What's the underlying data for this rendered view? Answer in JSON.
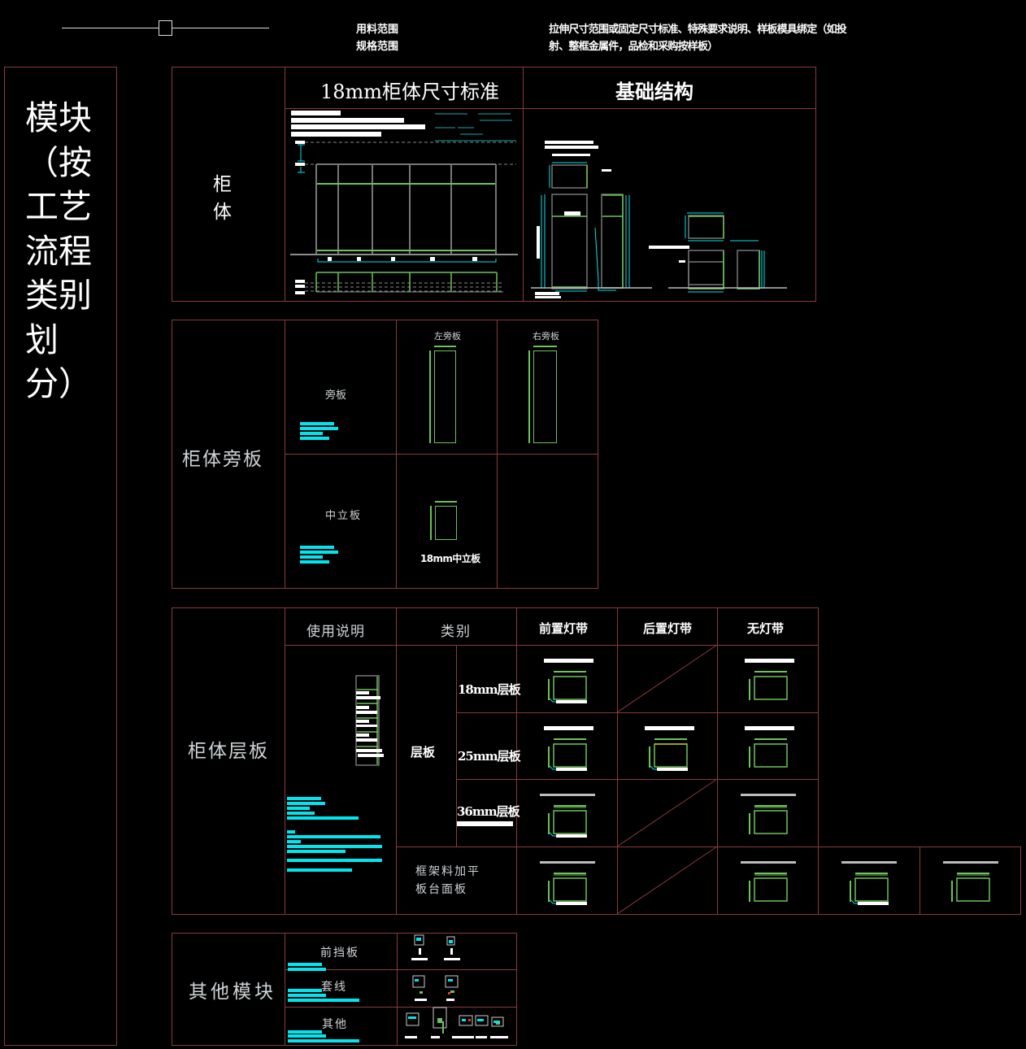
{
  "header": {
    "legend_scope_1": "用料范围",
    "legend_scope_2": "规格范围",
    "legend_note_line1": "拉伸尺寸范围或固定尺寸标准、特殊要求说明、样板模具绑定（如投",
    "legend_note_line2": "射、整框金属件，品检和采购按样板）"
  },
  "sidebar": {
    "title_lines": [
      "模块",
      "（按",
      "工艺",
      "流程",
      "类别",
      "划",
      "分）"
    ]
  },
  "section_cabinet": {
    "label": "柜体",
    "col1_title": "18mm柜体尺寸标准",
    "col2_title": "基础结构"
  },
  "section_side": {
    "label": "柜体旁板",
    "rows": [
      {
        "name": "旁板"
      },
      {
        "name": "中立板"
      }
    ],
    "left_panel_label": "左旁板",
    "right_panel_label": "右旁板",
    "middle_panel_label": "18mm中立板"
  },
  "section_shelf": {
    "label": "柜体层板",
    "headers": {
      "usage": "使用说明",
      "category": "类别",
      "front_light": "前置灯带",
      "rear_light": "后置灯带",
      "no_light": "无灯带"
    },
    "group_label": "层板",
    "rows": [
      {
        "name": "18mm层板"
      },
      {
        "name": "25mm层板"
      },
      {
        "name": "36mm层板"
      }
    ],
    "frame_row_line1": "框架料加平",
    "frame_row_line2": "板台面板"
  },
  "section_other": {
    "label": "其他模块",
    "rows": [
      {
        "name": "前挡板"
      },
      {
        "name": "套线"
      },
      {
        "name": "其他"
      }
    ]
  },
  "colors": {
    "frame": "#8a3b3b",
    "panel_green": "#6ec25a",
    "dimension_cyan": "#00e5ee",
    "text": "#ffffff"
  }
}
